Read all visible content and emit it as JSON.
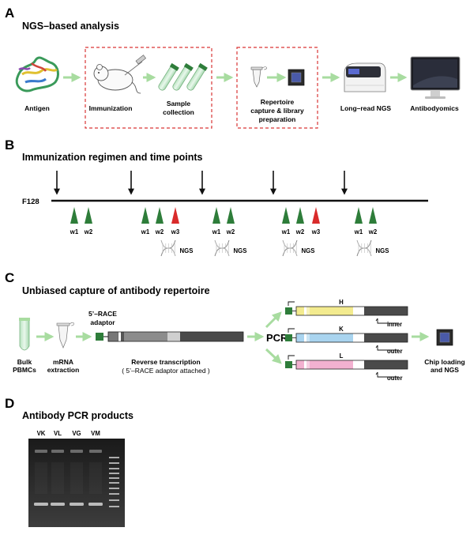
{
  "panelA": {
    "letter": "A",
    "title": "NGS–based analysis",
    "labels": {
      "antigen": "Antigen",
      "immunization": "Immunization",
      "sample1": "Sample",
      "sample2": "collection",
      "rep1": "Repertoire",
      "rep2": "capture & library",
      "rep3": "preparation",
      "longread": "Long–read NGS",
      "antibodyomics": "Antibodyomics"
    }
  },
  "panelB": {
    "letter": "B",
    "title": "Immunization regimen and time points",
    "animal": "F128",
    "week_labels": [
      "w1",
      "w2",
      "w1",
      "w2",
      "w3",
      "w1",
      "w2",
      "w1",
      "w2",
      "w3",
      "w1",
      "w2"
    ],
    "ngs": "NGS",
    "colors": {
      "green": "#2e7d3a",
      "red": "#d92b2b"
    }
  },
  "panelC": {
    "letter": "C",
    "title": "Unbiased capture of antibody repertoire",
    "bulk1": "Bulk",
    "bulk2": "PBMCs",
    "mrna1": "mRNA",
    "mrna2": "extraction",
    "race1": "5’–RACE",
    "race2": "adaptor",
    "rt1": "Reverse transcription",
    "rt2": "( 5’–RACE adaptor attached )",
    "pcr": "PCR",
    "chains": [
      "H",
      "K",
      "L"
    ],
    "primers": [
      "inner",
      "outer",
      "outer"
    ],
    "chip1": "Chip loading",
    "chip2": "and NGS",
    "colors": {
      "arrow": "#a8dca0",
      "H": "#f3eb8f",
      "K": "#a9d4ef",
      "L": "#f2b1d0"
    }
  },
  "panelD": {
    "letter": "D",
    "title": "Antibody PCR products",
    "lanes": [
      "VK",
      "VL",
      "VG",
      "VM"
    ]
  }
}
